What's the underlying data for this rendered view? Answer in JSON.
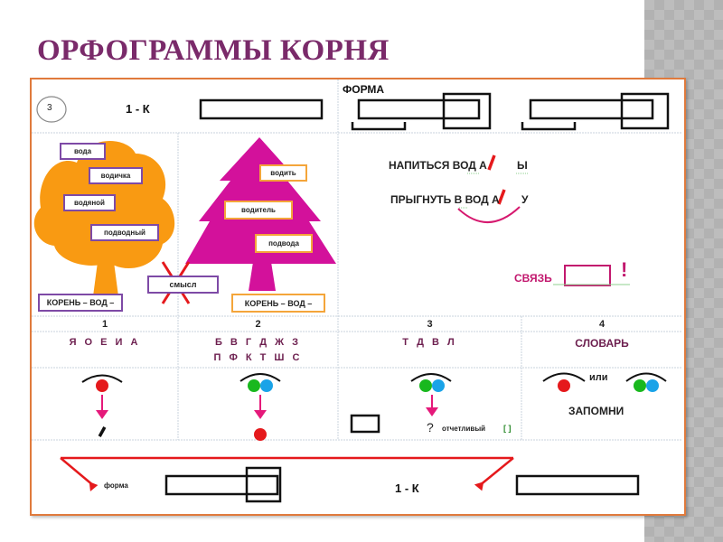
{
  "slide": {
    "title": "ОРФОГРАММЫ КОРНЯ",
    "colors": {
      "title": "#7a2a6a",
      "frame": "#e07a3c",
      "tree_orange": "#f99a12",
      "tree_pink": "#d3119b",
      "accent_red": "#e5191c",
      "accent_pink": "#e5197a",
      "green": "#19b81e",
      "blue": "#1aa3e8"
    }
  },
  "top_row": {
    "number_badge": "3",
    "rule_label": "1 - К",
    "forma_label": "ФОРМА"
  },
  "trees": {
    "orange_tree_words": [
      "вода",
      "водичка",
      "водяной",
      "подводный"
    ],
    "orange_tree_root": "КОРЕНЬ – ВОД –",
    "crossed_word": "смысл",
    "pink_tree_words": [
      "водить",
      "водитель",
      "подвода"
    ],
    "pink_tree_root": "КОРЕНЬ – ВОД –"
  },
  "examples": {
    "phrase1": {
      "text": "НАПИТЬСЯ ВОД",
      "crossed": "А",
      "ending": "Ы"
    },
    "phrase2": {
      "text": "ПРЫГНУТЬ В ВОД",
      "crossed": "А",
      "ending": "У"
    },
    "link_label": "СВЯЗЬ",
    "exclamation": "!"
  },
  "columns": [
    {
      "number": "1",
      "sounds": [
        "Я О Е И А"
      ]
    },
    {
      "number": "2",
      "sounds": [
        "Б В Г Д Ж З",
        "П Ф К Т Ш С"
      ]
    },
    {
      "number": "3",
      "sounds": [
        "Т Д В Л"
      ],
      "question": "?",
      "example_word": "отчетливый",
      "brackets": "[ ]"
    },
    {
      "number": "4",
      "sounds": [
        "СЛОВАРЬ"
      ],
      "or_label": "или",
      "remember_label": "ЗАПОМНИ"
    }
  ],
  "bottom_row": {
    "forma_label": "форма",
    "rule_label": "1 - К"
  }
}
